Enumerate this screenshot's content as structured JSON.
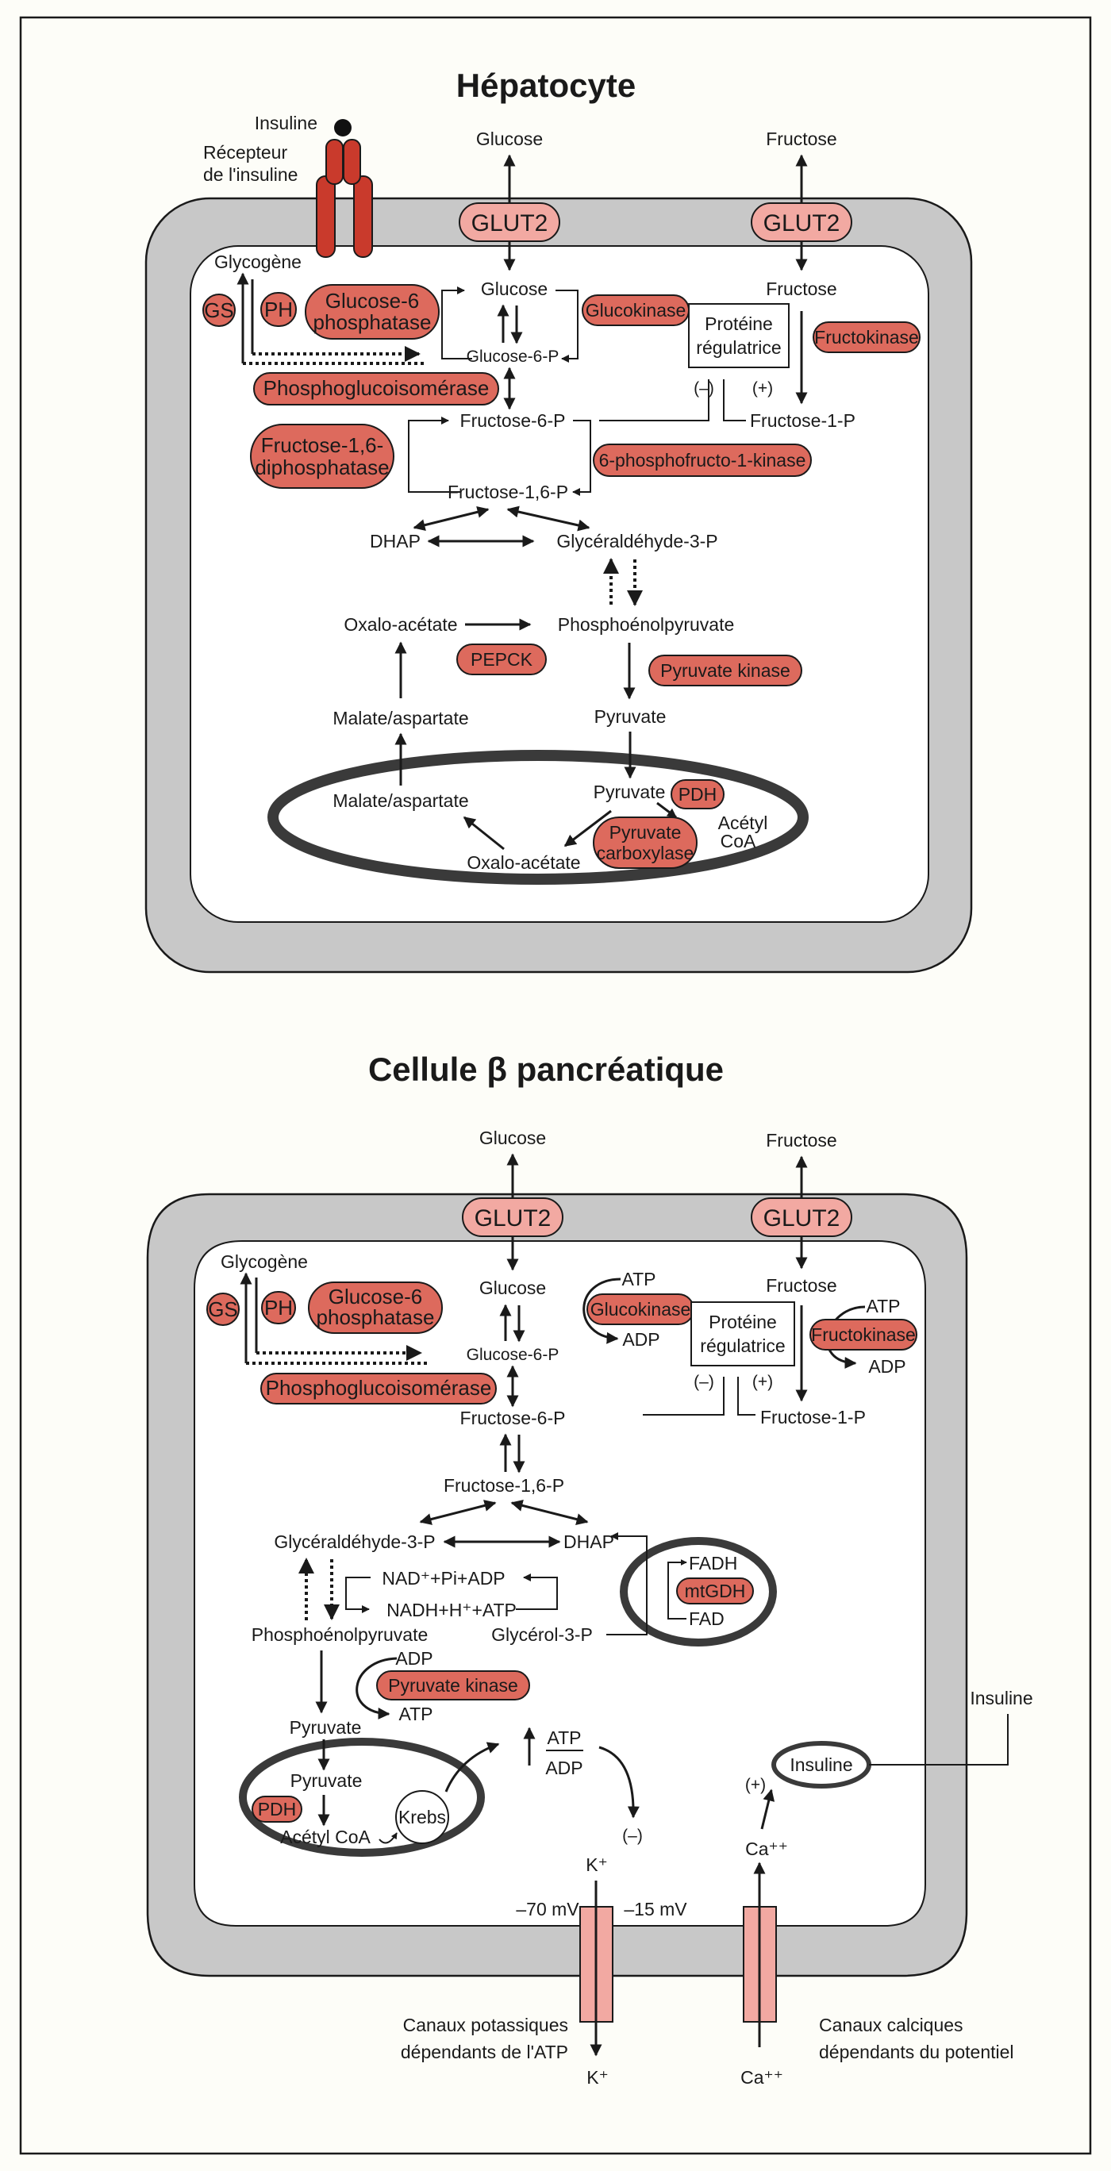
{
  "hepatocyte": {
    "title": "Hépatocyte",
    "insulin": "Insuline",
    "receptor_line1": "Récepteur",
    "receptor_line2": "de l'insuline",
    "glucose_out": "Glucose",
    "fructose_out": "Fructose",
    "glut2_left": "GLUT2",
    "glut2_right": "GLUT2",
    "glycogen": "Glycogène",
    "gs": "GS",
    "ph": "PH",
    "g6pase_line1": "Glucose-6",
    "g6pase_line2": "phosphatase",
    "glucose_in": "Glucose",
    "glucose6p": "Glucose-6-P",
    "glucokinase": "Glucokinase",
    "regulatory_line1": "Protéine",
    "regulatory_line2": "régulatrice",
    "minus": "(–)",
    "plus": "(+)",
    "fructose_in": "Fructose",
    "fructokinase": "Fructokinase",
    "fructose1p": "Fructose-1-P",
    "pgi": "Phosphoglucoisomérase",
    "fructose6p": "Fructose-6-P",
    "fbpase_line1": "Fructose-1,6-",
    "fbpase_line2": "diphosphatase",
    "pfk": "6-phosphofructo-1-kinase",
    "fructose16p": "Fructose-1,6-P",
    "dhap": "DHAP",
    "g3p": "Glycéraldéhyde-3-P",
    "oaa": "Oxalo-acétate",
    "pep": "Phosphoénolpyruvate",
    "pepck": "PEPCK",
    "pyruvate_kinase": "Pyruvate kinase",
    "malate_aspartate": "Malate/aspartate",
    "pyruvate": "Pyruvate",
    "mito_malate_aspartate": "Malate/aspartate",
    "mito_pyruvate": "Pyruvate",
    "pdh": "PDH",
    "acetyl_line1": "Acétyl",
    "acetyl_line2": "CoA",
    "mito_oaa": "Oxalo-acétate",
    "pc_line1": "Pyruvate",
    "pc_line2": "carboxylase"
  },
  "beta_cell": {
    "title": "Cellule β pancréatique",
    "glucose_out": "Glucose",
    "fructose_out": "Fructose",
    "glut2_left": "GLUT2",
    "glut2_right": "GLUT2",
    "glycogen": "Glycogène",
    "gs": "GS",
    "ph": "PH",
    "g6pase_line1": "Glucose-6",
    "g6pase_line2": "phosphatase",
    "glucose_in": "Glucose",
    "glucose6p": "Glucose-6-P",
    "gk_atp": "ATP",
    "glucokinase": "Glucokinase",
    "gk_adp": "ADP",
    "regulatory_line1": "Protéine",
    "regulatory_line2": "régulatrice",
    "minus": "(–)",
    "plus": "(+)",
    "fructose_in": "Fructose",
    "fk_atp": "ATP",
    "fructokinase": "Fructokinase",
    "fk_adp": "ADP",
    "fructose1p": "Fructose-1-P",
    "pgi": "Phosphoglucoisomérase",
    "fructose6p": "Fructose-6-P",
    "fructose16p": "Fructose-1,6-P",
    "g3p": "Glycéraldéhyde-3-P",
    "dhap": "DHAP",
    "nad": "NAD⁺+Pi+ADP",
    "nadh": "NADH+H⁺+ATP",
    "fadh": "FADH",
    "mtgdh": "mtGDH",
    "fad": "FAD",
    "pep": "Phosphoénolpyruvate",
    "glycerol3p": "Glycérol-3-P",
    "pk_adp": "ADP",
    "pyruvate_kinase": "Pyruvate kinase",
    "pk_atp": "ATP",
    "pyruvate": "Pyruvate",
    "ratio_atp": "ATP",
    "ratio_adp": "ADP",
    "mito_pyruvate": "Pyruvate",
    "pdh": "PDH",
    "acetyl_coa": "Acétyl CoA",
    "krebs": "Krebs",
    "katp_minus": "(–)",
    "k_in": "K⁺",
    "insulin_granule": "Insuline",
    "ca_plus": "(+)",
    "ca_in": "Ca⁺⁺",
    "insulin_out": "Insuline",
    "mv_left": "–70 mV",
    "mv_right": "–15 mV",
    "k_channel_line1": "Canaux potassiques",
    "k_channel_line2": "dépendants de l'ATP",
    "k_out": "K⁺",
    "ca_channel_line1": "Canaux calciques",
    "ca_channel_line2": "dépendants du potentiel",
    "ca_out": "Ca⁺⁺"
  },
  "colors": {
    "enzyme": "#dd6a5d",
    "transporter": "#f2a9a2",
    "receptor": "#c93a2c",
    "membrane": "#c8c8c8"
  }
}
